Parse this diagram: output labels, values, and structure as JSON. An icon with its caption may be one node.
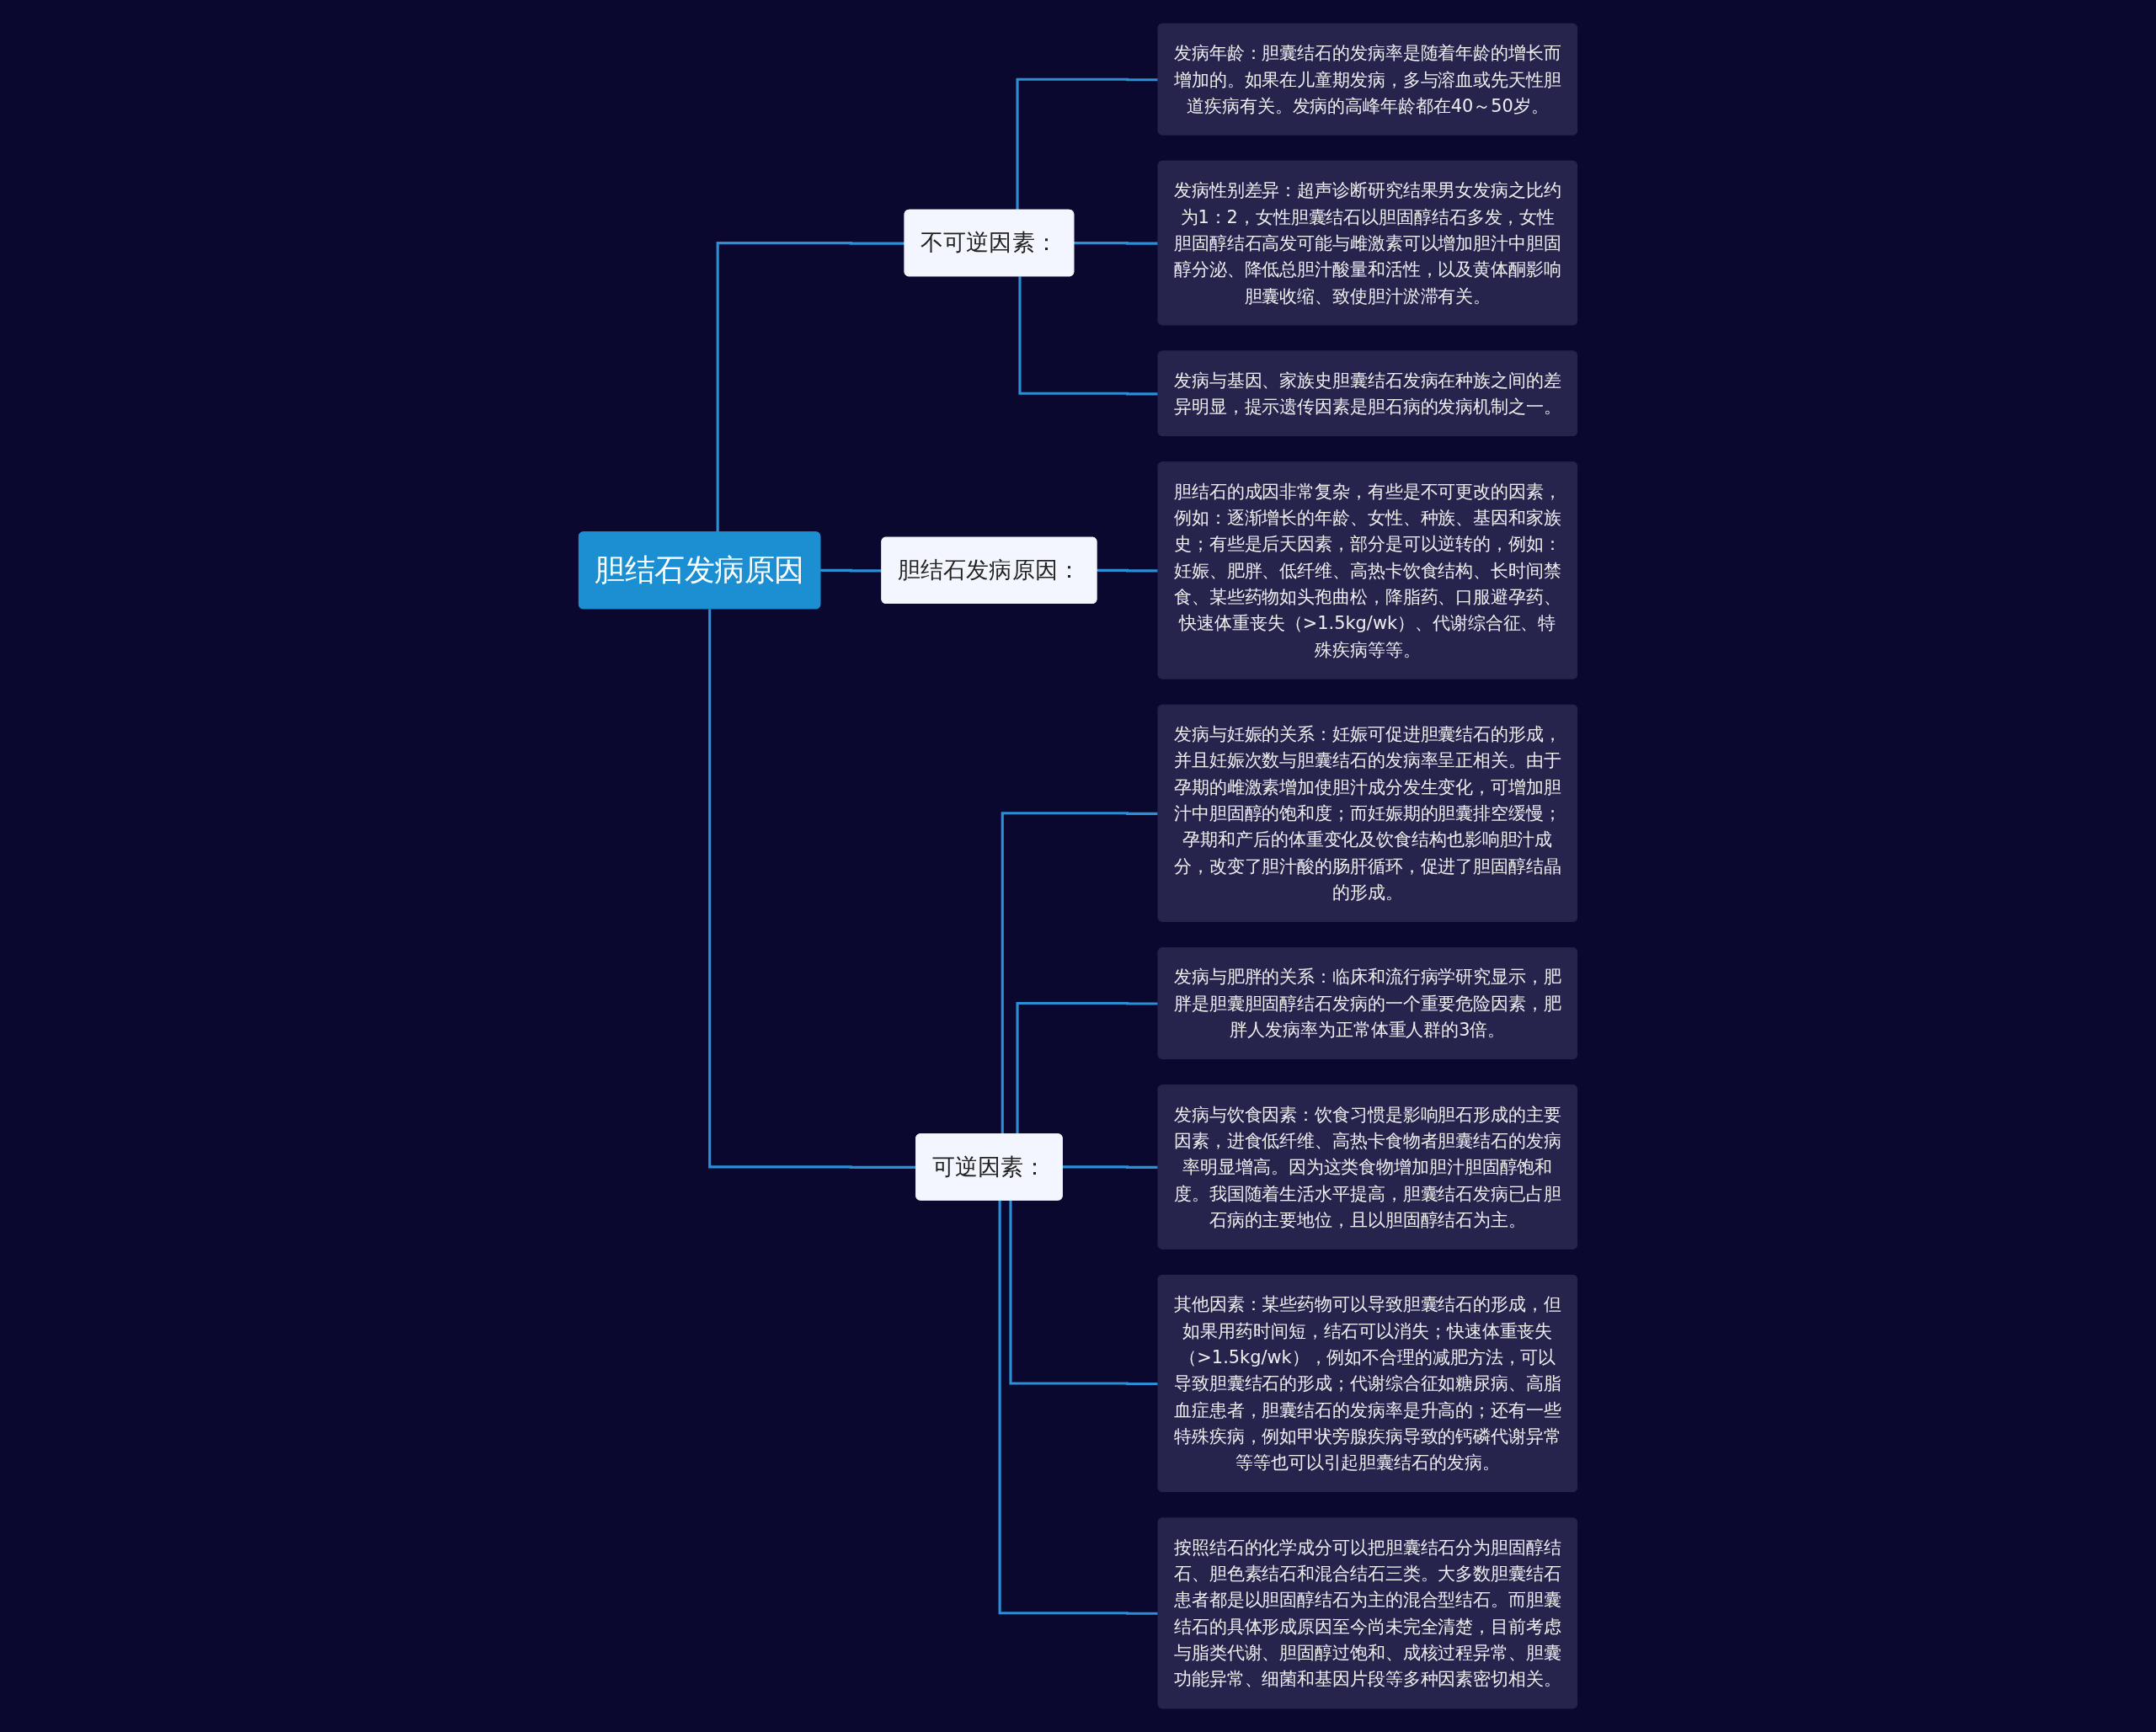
{
  "diagram": {
    "nodes": [
      {
        "text": [
          "胆结石发病原因"
        ]
      },
      {
        "text": [
          "不可逆因素："
        ]
      },
      {
        "text": [
          "发病年龄：胆囊结石的发病率是随着年龄的增长而增加的。如果在儿童期发病，多与溶血或先天性胆道疾病有关。发病的高峰年龄都在40～50岁。"
        ]
      },
      {
        "text": [
          "发病性别差异：超声诊断研究结果男女发病之比约为1：2，女性胆囊结石以胆固醇结石多发，女性胆固醇结石高发可能与雌激素可以增加胆汁中胆固醇分泌、降低总胆汁酸量和活性，以及黄体酮影响胆囊收缩、致使胆汁淤滞有关。"
        ]
      },
      {
        "text": [
          "发病与基因、家族史胆囊结石发病在种族之间的差异明显，提示遗传因素是胆石病的发病机制之一。"
        ]
      },
      {
        "text": [
          "胆结石发病原因："
        ]
      },
      {
        "text": [
          "胆结石的成因非常复杂，有些是不可更改的因素，例如：逐渐增长的年龄、女性、种族、基因和家族史；有些是后天因素，部分是可以逆转的，例如：妊娠、肥胖、低纤维、高热卡饮食结构、长时间禁食、某些药物如头孢曲松，降脂药、口服避孕药、快速体重丧失（>1.5kg/wk）、代谢综合征、特殊疾病等等。"
        ]
      },
      {
        "text": [
          "可逆因素："
        ]
      },
      {
        "text": [
          "发病与妊娠的关系：妊娠可促进胆囊结石的形成，并且妊娠次数与胆囊结石的发病率呈正相关。由于孕期的雌激素增加使胆汁成分发生变化，可增加胆汁中胆固醇的饱和度；而妊娠期的胆囊排空缓慢；孕期和产后的体重变化及饮食结构也影响胆汁成分，改变了胆汁酸的肠肝循环，促进了胆固醇结晶的形成。"
        ]
      },
      {
        "text": [
          "发病与肥胖的关系：临床和流行病学研究显示，肥胖是胆囊胆固醇结石发病的一个重要危险因素，肥胖人发病率为正常体重人群的3倍。"
        ]
      },
      {
        "text": [
          "发病与饮食因素：饮食习惯是影响胆石形成的主要因素，进食低纤维、高热卡食物者胆囊结石的发病率明显增高。因为这类食物增加胆汁胆固醇饱和度。我国随着生活水平提高，胆囊结石发病已占胆石病的主要地位，且以胆固醇结石为主。"
        ]
      },
      {
        "text": [
          "其他因素：某些药物可以导致胆囊结石的形成，但如果用药时间短，结石可以消失；快速体重丧失（>1.5kg/wk），例如不合理的减肥方法，可以导致胆囊结石的形成；代谢综合征如糖尿病、高脂血症患者，胆囊结石的发病率是升高的；还有一些特殊疾病，例如甲状旁腺疾病导致的钙磷代谢异常等等也可以引起胆囊结石的发病。"
        ]
      },
      {
        "text": [
          "按照结石的化学成分可以把胆囊结石分为胆固醇结石、胆色素结石和混合结石三类。大多数胆囊结石患者都是以胆固醇结石为主的混合型结石。而胆囊结石的具体形成原因至今尚未完全清楚，目前考虑与脂类代谢、胆固醇过饱和、成核过程异常、胆囊功能异常、细菌和基因片段等多种因素密切相关。"
        ]
      }
    ],
    "edges": [
      {
        "from": 0,
        "to": 1,
        "arrow": "none"
      },
      {
        "from": 1,
        "to": 2,
        "arrow": "none"
      },
      {
        "from": 1,
        "to": 3,
        "arrow": "none"
      },
      {
        "from": 1,
        "to": 4,
        "arrow": "none"
      },
      {
        "from": 0,
        "to": 5,
        "arrow": "none"
      },
      {
        "from": 5,
        "to": 6,
        "arrow": "none"
      },
      {
        "from": 0,
        "to": 7,
        "arrow": "none"
      },
      {
        "from": 7,
        "to": 8,
        "arrow": "none"
      },
      {
        "from": 7,
        "to": 9,
        "arrow": "none"
      },
      {
        "from": 7,
        "to": 10,
        "arrow": "none"
      },
      {
        "from": 7,
        "to": 11,
        "arrow": "none"
      },
      {
        "from": 7,
        "to": 12,
        "arrow": "none"
      }
    ]
  }
}
